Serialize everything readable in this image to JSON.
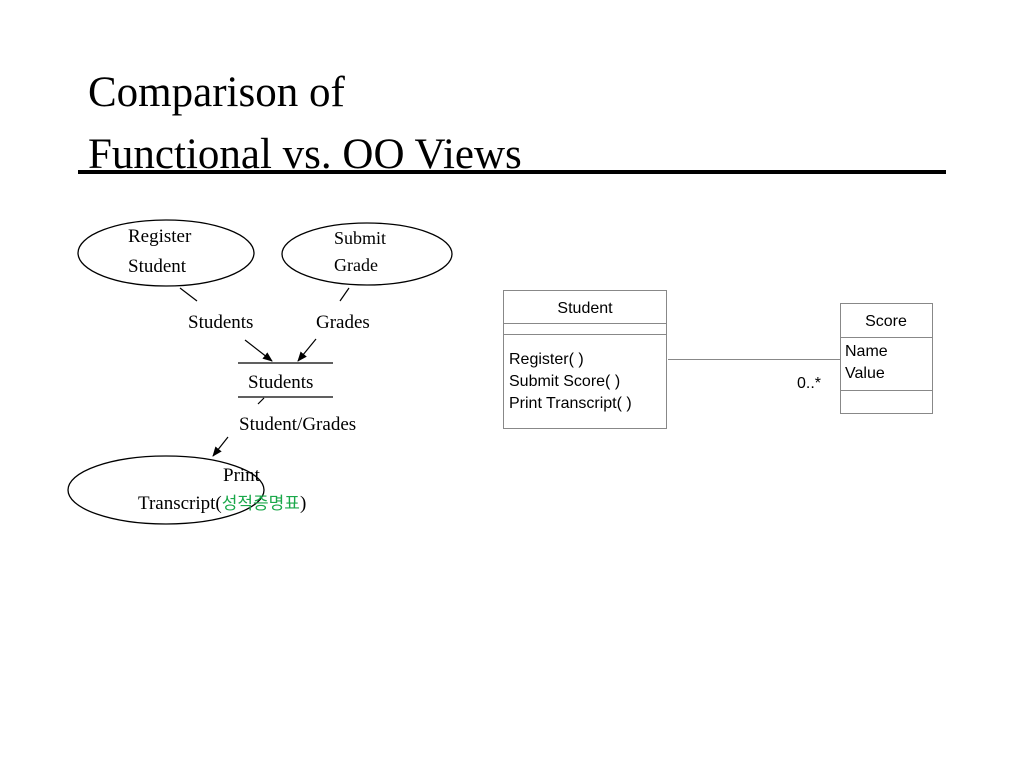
{
  "slide": {
    "title_line1": "Comparison of",
    "title_line2": "Functional vs. OO Views"
  },
  "functional_view": {
    "processes": {
      "register_student": {
        "line1": "Register",
        "line2": "Student"
      },
      "submit_grade": {
        "line1": "Submit",
        "line2": "Grade"
      },
      "print_transcript": {
        "line1": "Print",
        "line2_prefix": "Transcript(",
        "line2_korean": "성적증명표",
        "line2_suffix": ")"
      }
    },
    "flows": {
      "students": "Students",
      "grades": "Grades",
      "student_grades": "Student/Grades"
    },
    "data_store": {
      "label": "Students"
    }
  },
  "oo_view": {
    "student_class": {
      "name": "Student",
      "methods": [
        "Register( )",
        "Submit Score( )",
        "Print Transcript( )"
      ]
    },
    "score_class": {
      "name": "Score",
      "attributes": [
        "Name",
        "Value"
      ]
    },
    "association": {
      "multiplicity": "0..*"
    }
  },
  "colors": {
    "korean_text": "#1aa84a",
    "line": "#000000",
    "uml_border": "#888888"
  }
}
